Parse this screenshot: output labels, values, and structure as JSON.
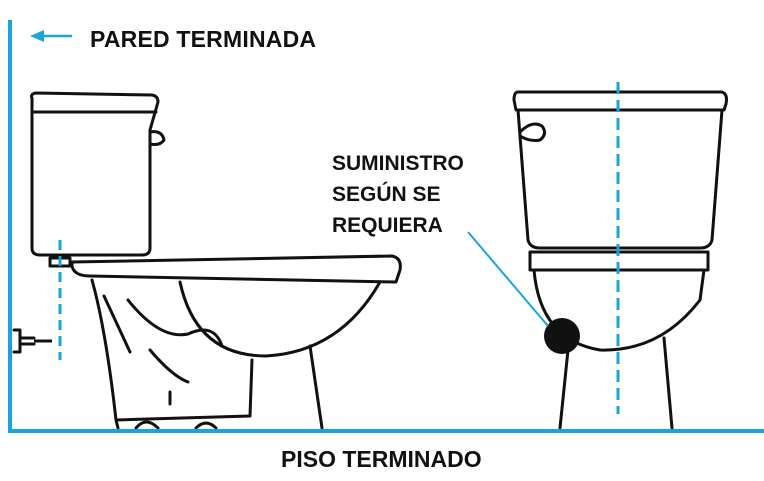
{
  "labels": {
    "wall": "PARED TERMINADA",
    "supply_lines": [
      "SUMINISTRO",
      "SEGÚN SE",
      "REQUIERA"
    ],
    "floor": "PISO TERMINADO"
  },
  "colors": {
    "reference_lines": "#1aa3dd",
    "outline": "#111111",
    "background": "#ffffff"
  },
  "icons": {
    "wall_arrow": "arrow-left-icon",
    "supply_valve": "supply-valve-icon"
  }
}
